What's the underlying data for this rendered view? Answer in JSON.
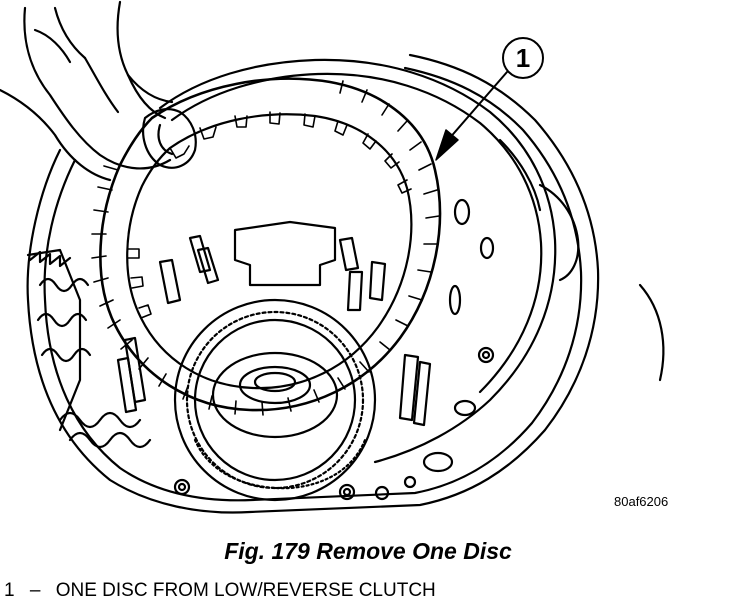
{
  "figure": {
    "callout_number": "1",
    "image_code": "80af6206",
    "caption": "Fig. 179 Remove One Disc"
  },
  "legend": [
    {
      "number": "1",
      "separator": "–",
      "text": "ONE DISC FROM LOW/REVERSE CLUTCH"
    }
  ],
  "colors": {
    "line": "#000000",
    "background": "#ffffff"
  }
}
